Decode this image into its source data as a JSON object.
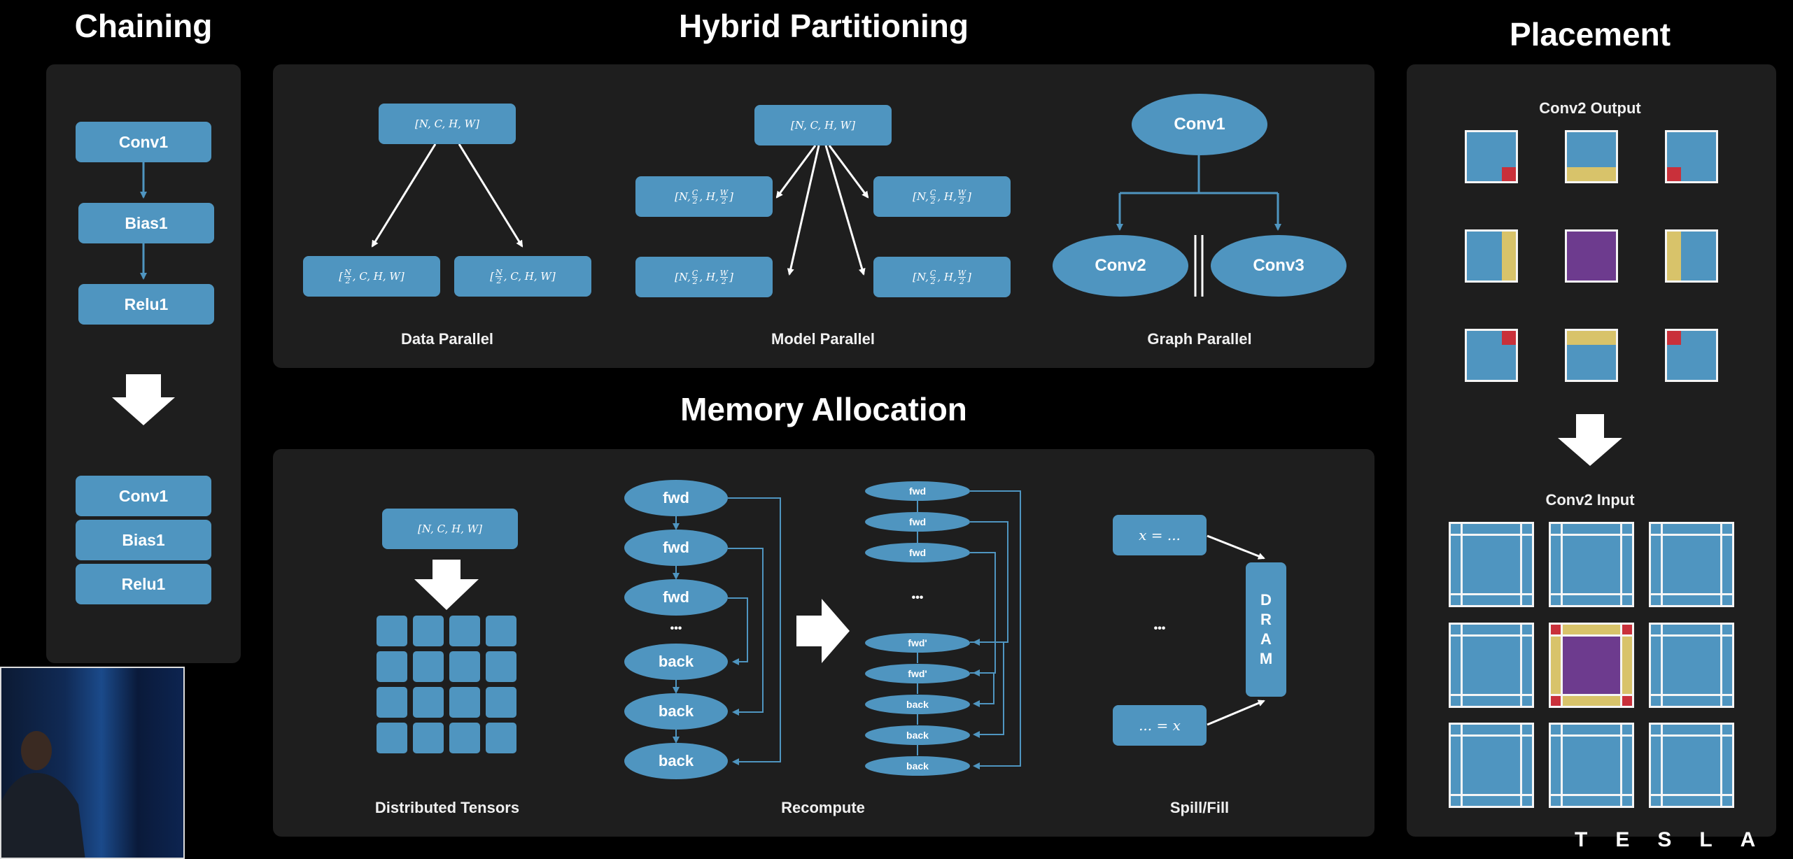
{
  "headings": {
    "chaining": "Chaining",
    "hybrid": "Hybrid Partitioning",
    "memory": "Memory Allocation",
    "placement": "Placement"
  },
  "chaining": {
    "top": [
      "Conv1",
      "Bias1",
      "Relu1"
    ],
    "bottom": [
      "Conv1",
      "Bias1",
      "Relu1"
    ]
  },
  "hybrid": {
    "data_parallel": {
      "caption": "Data Parallel",
      "root": "[N, C, H, W]",
      "children": [
        {
          "pre": "[",
          "num": "N",
          "den": "2",
          "post": ", C, H, W]"
        },
        {
          "pre": "[",
          "num": "N",
          "den": "2",
          "post": ", C, H, W]"
        }
      ]
    },
    "model_parallel": {
      "caption": "Model Parallel",
      "root": "[N, C, H, W]",
      "children_label": {
        "a": "[N, ",
        "c_num": "C",
        "c_den": "2",
        "b": ", H, ",
        "w_num": "W",
        "w_den": "2",
        "end": "]"
      }
    },
    "graph_parallel": {
      "caption": "Graph Parallel",
      "root": "Conv1",
      "left": "Conv2",
      "right": "Conv3"
    }
  },
  "memory": {
    "distributed": {
      "caption": "Distributed Tensors",
      "root": "[N, C, H, W]"
    },
    "recompute": {
      "caption": "Recompute",
      "left": [
        "fwd",
        "fwd",
        "fwd",
        "•••",
        "back",
        "back",
        "back"
      ],
      "right_top": [
        "fwd",
        "fwd",
        "fwd"
      ],
      "right_dots": "•••",
      "right_bottom": [
        "fwd'",
        "fwd'",
        "back",
        "back",
        "back"
      ]
    },
    "spill": {
      "caption": "Spill/Fill",
      "top": "x = ...",
      "dots": "•••",
      "bottom": "... = x",
      "dram": [
        "D",
        "R",
        "A",
        "M"
      ]
    }
  },
  "placement": {
    "output_label": "Conv2 Output",
    "input_label": "Conv2 Input"
  },
  "brand": "TESLA",
  "colors": {
    "box": "#4f95c0",
    "panel": "#1e1e1e",
    "halo_yellow": "#d8c36a",
    "corner_red": "#c9303a",
    "center_purple": "#6d3b8e"
  }
}
